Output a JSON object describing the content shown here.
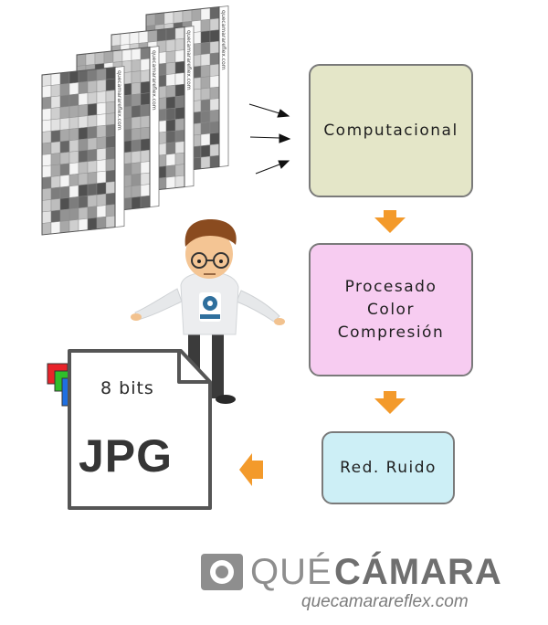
{
  "diagram": {
    "stages": {
      "computational": {
        "label": "Computacional",
        "fill": "#e4e6c8"
      },
      "processing": {
        "lines": [
          "Procesado",
          "Color",
          "Compresión"
        ],
        "fill": "#f7ccf1"
      },
      "noise": {
        "label": "Red. Ruido",
        "fill": "#cdeff6"
      }
    },
    "output_file": {
      "bits_label": "8 bits",
      "format_label": "JPG"
    },
    "sensor_frames": {
      "watermark": "quecamarareflex.com",
      "count": 4
    },
    "arrow_color": "#f39a2b"
  },
  "brand": {
    "name_light": "QUÉ",
    "name_bold": "CÁMARA",
    "url": "quecamarareflex.com"
  },
  "colors": {
    "red": "#e8232a",
    "green": "#2fbf2a",
    "blue": "#1f6fe0"
  }
}
